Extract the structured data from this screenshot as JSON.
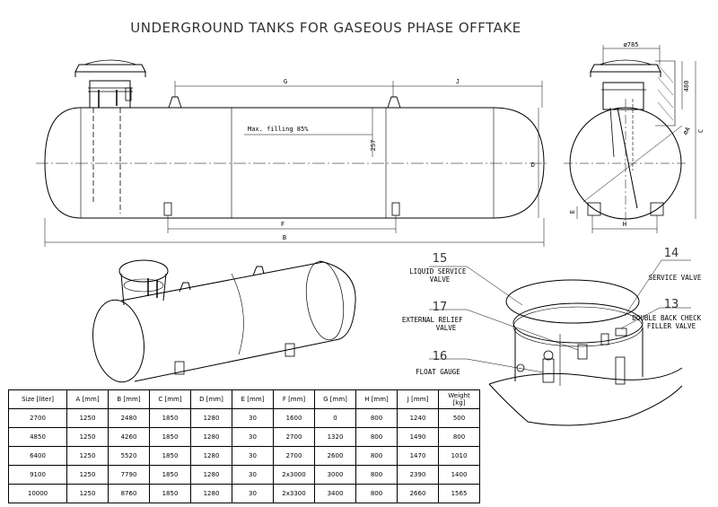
{
  "title": "UNDERGROUND TANKS FOR GASEOUS PHASE OFFTAKE",
  "side_view": {
    "dim_g": "G",
    "dim_j": "J",
    "dim_f": "F",
    "dim_b": "B",
    "dim_d": "D",
    "dim_257": "257",
    "max_filling": "Max. filling 85%"
  },
  "end_view": {
    "dim_diameter": "ø785",
    "dim_480": "480",
    "dim_c": "C",
    "dim_a": "øA",
    "dim_e": "E",
    "dim_h": "H"
  },
  "callouts": [
    {
      "num": "15",
      "label": "LIQUID SERVICE\nVALVE"
    },
    {
      "num": "14",
      "label": "SERVICE VALVE"
    },
    {
      "num": "13",
      "label": "DOUBLE BACK CHECK\nFILLER VALVE"
    },
    {
      "num": "17",
      "label": "EXTERNAL RELIEF\nVALVE"
    },
    {
      "num": "16",
      "label": "FLOAT GAUGE"
    }
  ],
  "table": {
    "headers": [
      "Size [liter]",
      "A [mm]",
      "B [mm]",
      "C [mm]",
      "D [mm]",
      "E [mm]",
      "F [mm]",
      "G [mm]",
      "H [mm]",
      "J [mm]",
      "Weight\n[kg]"
    ],
    "rows": [
      [
        "2700",
        "1250",
        "2480",
        "1850",
        "1280",
        "30",
        "1600",
        "0",
        "800",
        "1240",
        "500"
      ],
      [
        "4850",
        "1250",
        "4260",
        "1850",
        "1280",
        "30",
        "2700",
        "1320",
        "800",
        "1490",
        "800"
      ],
      [
        "6400",
        "1250",
        "5520",
        "1850",
        "1280",
        "30",
        "2700",
        "2600",
        "800",
        "1470",
        "1010"
      ],
      [
        "9100",
        "1250",
        "7790",
        "1850",
        "1280",
        "30",
        "2x3000",
        "3000",
        "800",
        "2390",
        "1400"
      ],
      [
        "10000",
        "1250",
        "8760",
        "1850",
        "1280",
        "30",
        "2x3300",
        "3400",
        "800",
        "2660",
        "1565"
      ]
    ]
  }
}
